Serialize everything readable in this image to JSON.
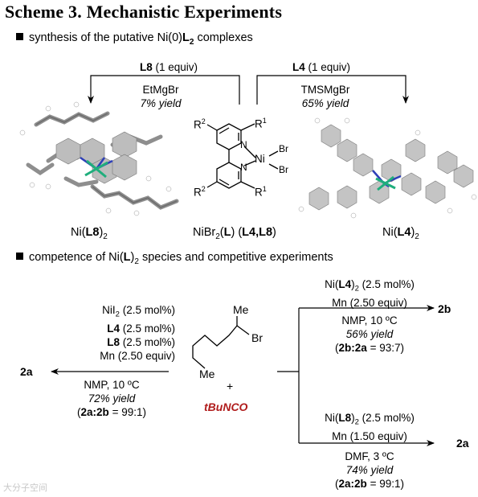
{
  "title": "Scheme 3. Mechanistic Experiments",
  "section1": {
    "label_pre": "synthesis of the putative Ni(0)",
    "label_L": "L",
    "label_sub": "2",
    "label_post": " complexes"
  },
  "left_rxn": {
    "ligand": "L8",
    "equiv": " (1 equiv)",
    "reagent": "EtMgBr",
    "yield": "7% yield"
  },
  "right_rxn": {
    "ligand": "L4",
    "equiv": " (1 equiv)",
    "reagent": "TMSMgBr",
    "yield": "65% yield"
  },
  "precursor": {
    "r2": "R",
    "r2sup": "2",
    "r1": "R",
    "r1sup": "1",
    "n": "N",
    "ni": "Ni",
    "br": "Br",
    "caption_pre": "NiBr",
    "caption_sub": "2",
    "caption_mid": "(",
    "caption_L": "L",
    "caption_mid2": ") (",
    "caption_ligs": "L4,L8",
    "caption_end": ")"
  },
  "complex_left": {
    "pre": "Ni(",
    "lig": "L8",
    "post": ")",
    "sub": "2"
  },
  "complex_right": {
    "pre": "Ni(",
    "lig": "L4",
    "post": ")",
    "sub": "2"
  },
  "section2": {
    "pre": "competence of Ni(",
    "L": "L",
    "post": ")",
    "sub": "2",
    "end": " species and competitive experiments"
  },
  "competitive": {
    "lines": [
      {
        "pre": "NiI",
        "sub": "2",
        "bold": "",
        "rest": " (2.5 mol%)"
      },
      {
        "pre": "",
        "sub": "",
        "bold": "L4",
        "rest": " (2.5 mol%)"
      },
      {
        "pre": "",
        "sub": "",
        "bold": "L8",
        "rest": " (2.5 mol%)"
      },
      {
        "pre": "",
        "sub": "",
        "bold": "",
        "rest": "Mn (2.50 equiv)"
      }
    ],
    "product": "2a",
    "cond": "NMP, 10 ºC",
    "yield": "72% yield",
    "ratio_pre": "(",
    "ratio_b": "2a:2b",
    "ratio_post": " = 99:1)"
  },
  "substrate": {
    "me_top": "Me",
    "br": "Br",
    "me_bot": "Me",
    "plus": "+",
    "reagent_t": "t",
    "reagent": "BuNCO"
  },
  "top_branch": {
    "cat_pre": "Ni(",
    "cat_lig": "L4",
    "cat_post": ")",
    "cat_sub": "2",
    "cat_rest": " (2.5 mol%)",
    "reductant": "Mn (2.50 equiv)",
    "product": "2b",
    "cond": "NMP, 10 ºC",
    "yield": "56% yield",
    "ratio_pre": "(",
    "ratio_b": "2b:2a",
    "ratio_post": " = 93:7)"
  },
  "bottom_branch": {
    "cat_pre": "Ni(",
    "cat_lig": "L8",
    "cat_post": ")",
    "cat_sub": "2",
    "cat_rest": " (2.5 mol%)",
    "reductant": "Mn (1.50 equiv)",
    "product": "2a",
    "cond": "DMF, 3 ºC",
    "yield": "74% yield",
    "ratio_pre": "(",
    "ratio_b": "2a:2b",
    "ratio_post": " = 99:1)"
  },
  "watermark": "大分子空间"
}
